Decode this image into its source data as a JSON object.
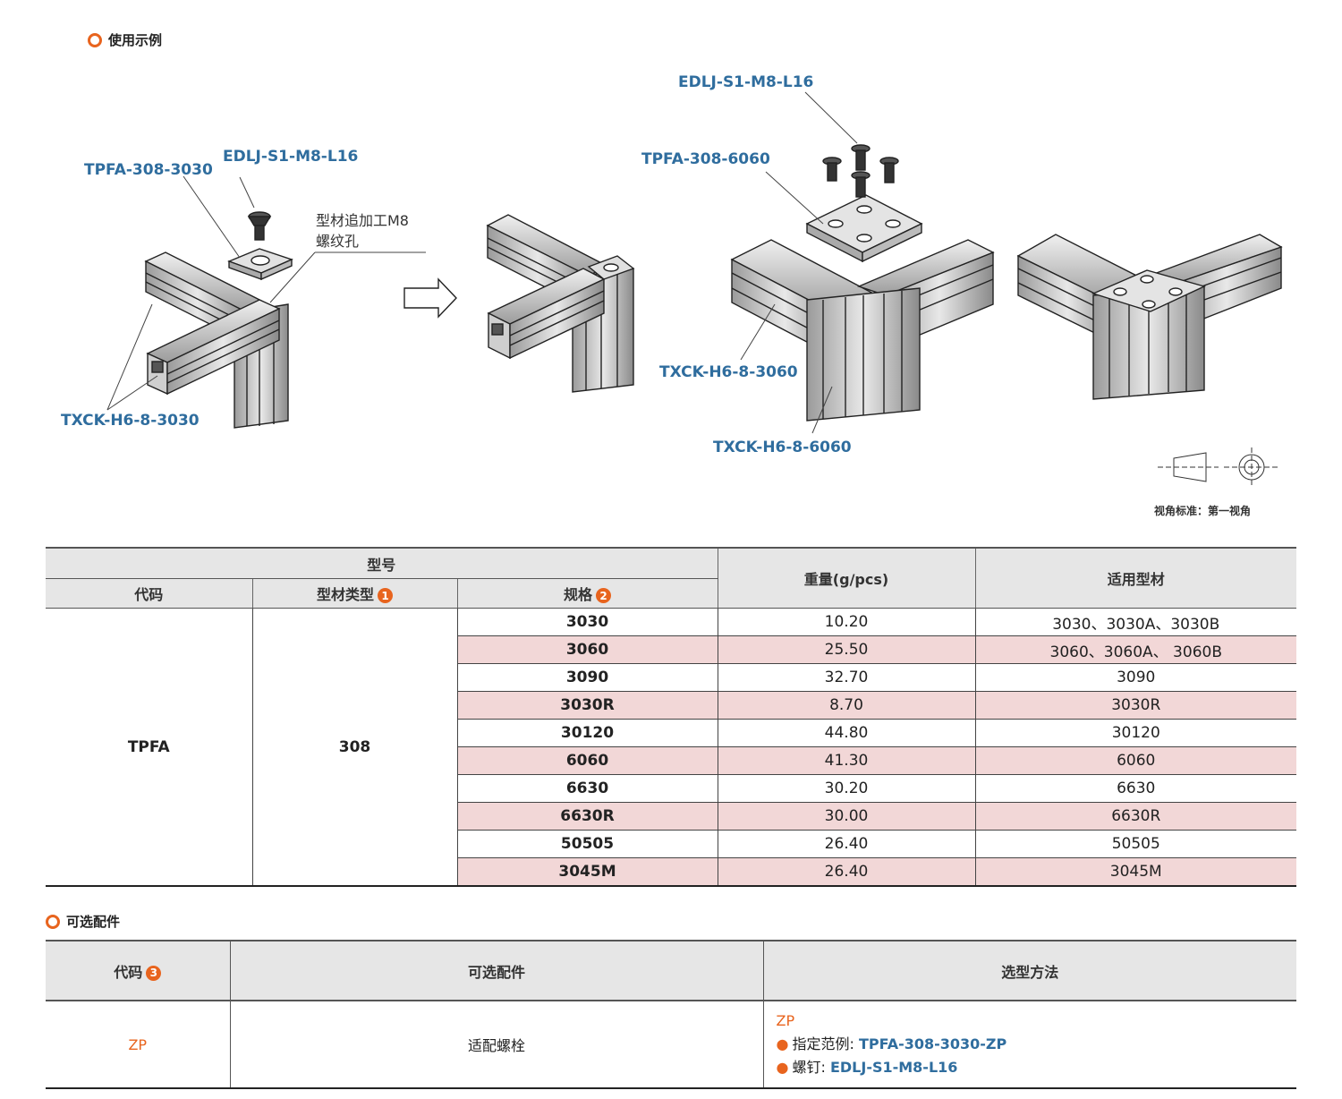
{
  "usage_section": {
    "title": "使用示例"
  },
  "illustration": {
    "left": {
      "plate_label": "TPFA-308-3030",
      "bolt_label": "EDLJ-S1-M8-L16",
      "note_line1": "型材追加工M8",
      "note_line2": "螺纹孔",
      "profile_label": "TXCK-H6-8-3030"
    },
    "right": {
      "bolt_label": "EDLJ-S1-M8-L16",
      "plate_label": "TPFA-308-6060",
      "profile_label_a": "TXCK-H6-8-3060",
      "profile_label_b": "TXCK-H6-8-6060"
    },
    "view_standard": "视角标准：第一视角"
  },
  "spec_table": {
    "header_group": "型号",
    "col_code": "代码",
    "col_type": "型材类型",
    "col_type_badge": "1",
    "col_spec": "规格",
    "col_spec_badge": "2",
    "col_weight": "重量(g/pcs)",
    "col_profile": "适用型材",
    "code": "TPFA",
    "type": "308",
    "rows": [
      {
        "spec": "3030",
        "weight": "10.20",
        "profile": "3030、3030A、3030B"
      },
      {
        "spec": "3060",
        "weight": "25.50",
        "profile": "3060、3060A、 3060B"
      },
      {
        "spec": "3090",
        "weight": "32.70",
        "profile": "3090"
      },
      {
        "spec": "3030R",
        "weight": "8.70",
        "profile": "3030R"
      },
      {
        "spec": "30120",
        "weight": "44.80",
        "profile": "30120"
      },
      {
        "spec": "6060",
        "weight": "41.30",
        "profile": "6060"
      },
      {
        "spec": "6630",
        "weight": "30.20",
        "profile": "6630"
      },
      {
        "spec": "6630R",
        "weight": "30.00",
        "profile": "6630R"
      },
      {
        "spec": "50505",
        "weight": "26.40",
        "profile": "50505"
      },
      {
        "spec": "3045M",
        "weight": "26.40",
        "profile": "3045M"
      }
    ]
  },
  "options_section": {
    "title": "可选配件"
  },
  "options_table": {
    "col_code": "代码",
    "col_code_badge": "3",
    "col_option": "可选配件",
    "col_method": "选型方法",
    "row": {
      "code": "ZP",
      "option": "适配螺栓",
      "method_code": "ZP",
      "example_label": "指定范例: ",
      "example_value": "TPFA-308-3030-ZP",
      "screw_label": "螺钉: ",
      "screw_value": "EDLJ-S1-M8-L16"
    }
  },
  "colors": {
    "accent": "#e8641e",
    "link_blue": "#2f6d9e",
    "row_pink": "#f2d7d7",
    "header_gray": "#e6e6e6"
  }
}
